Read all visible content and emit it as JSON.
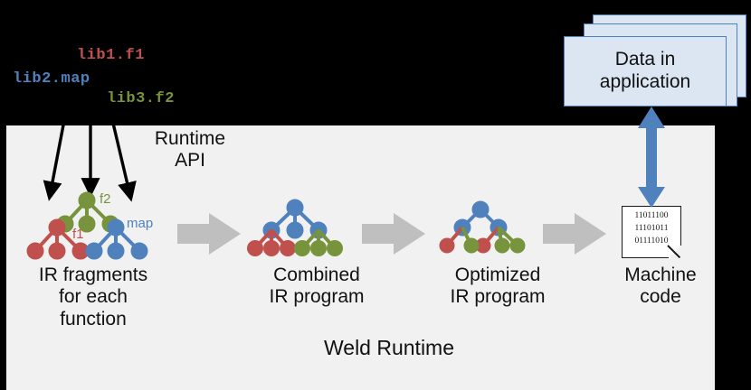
{
  "diagram": {
    "title": "Weld Runtime compilation pipeline",
    "background_color": "#000000",
    "panel_color": "#f1f1f1",
    "colors": {
      "red": "#c0504d",
      "blue": "#4f81bd",
      "green": "#77933c",
      "arrow_gray": "#bfbfbf",
      "box_fill": "#dce6f2",
      "box_border": "#4f81bd",
      "text": "#111111"
    }
  },
  "libraries": [
    {
      "name": "lib1.f1",
      "color": "#c0504d"
    },
    {
      "name": "lib2.map",
      "color": "#4f81bd"
    },
    {
      "name": "lib3.f2",
      "color": "#77933c"
    }
  ],
  "runtime_api": {
    "label": "Runtime\nAPI"
  },
  "panel_label": {
    "label": "Weld Runtime"
  },
  "data_box": {
    "label": "Data in\napplication",
    "stack_count": 3
  },
  "stages": [
    {
      "id": "fragments",
      "caption": "IR fragments\nfor each\nfunction",
      "trees": [
        {
          "label": "f2",
          "color": "#77933c",
          "children": 3
        },
        {
          "label": "f1",
          "color": "#c0504d",
          "children": 3
        },
        {
          "label": "map",
          "color": "#4f81bd",
          "children": 3
        }
      ]
    },
    {
      "id": "combined",
      "caption": "Combined\nIR program",
      "trees": []
    },
    {
      "id": "optimized",
      "caption": "Optimized\nIR program",
      "trees": []
    },
    {
      "id": "machine",
      "caption": "Machine\ncode",
      "trees": []
    }
  ],
  "machine_code": {
    "bits": "11011100\n11101011\n01111010"
  },
  "flow_arrows": [
    {
      "from": "fragments",
      "to": "combined",
      "style": "gray-block"
    },
    {
      "from": "combined",
      "to": "optimized",
      "style": "gray-block"
    },
    {
      "from": "optimized",
      "to": "machine",
      "style": "gray-block"
    }
  ],
  "data_arrow": {
    "style": "double-headed",
    "color": "#4f81bd",
    "from": "data-box",
    "to": "machine-code"
  }
}
